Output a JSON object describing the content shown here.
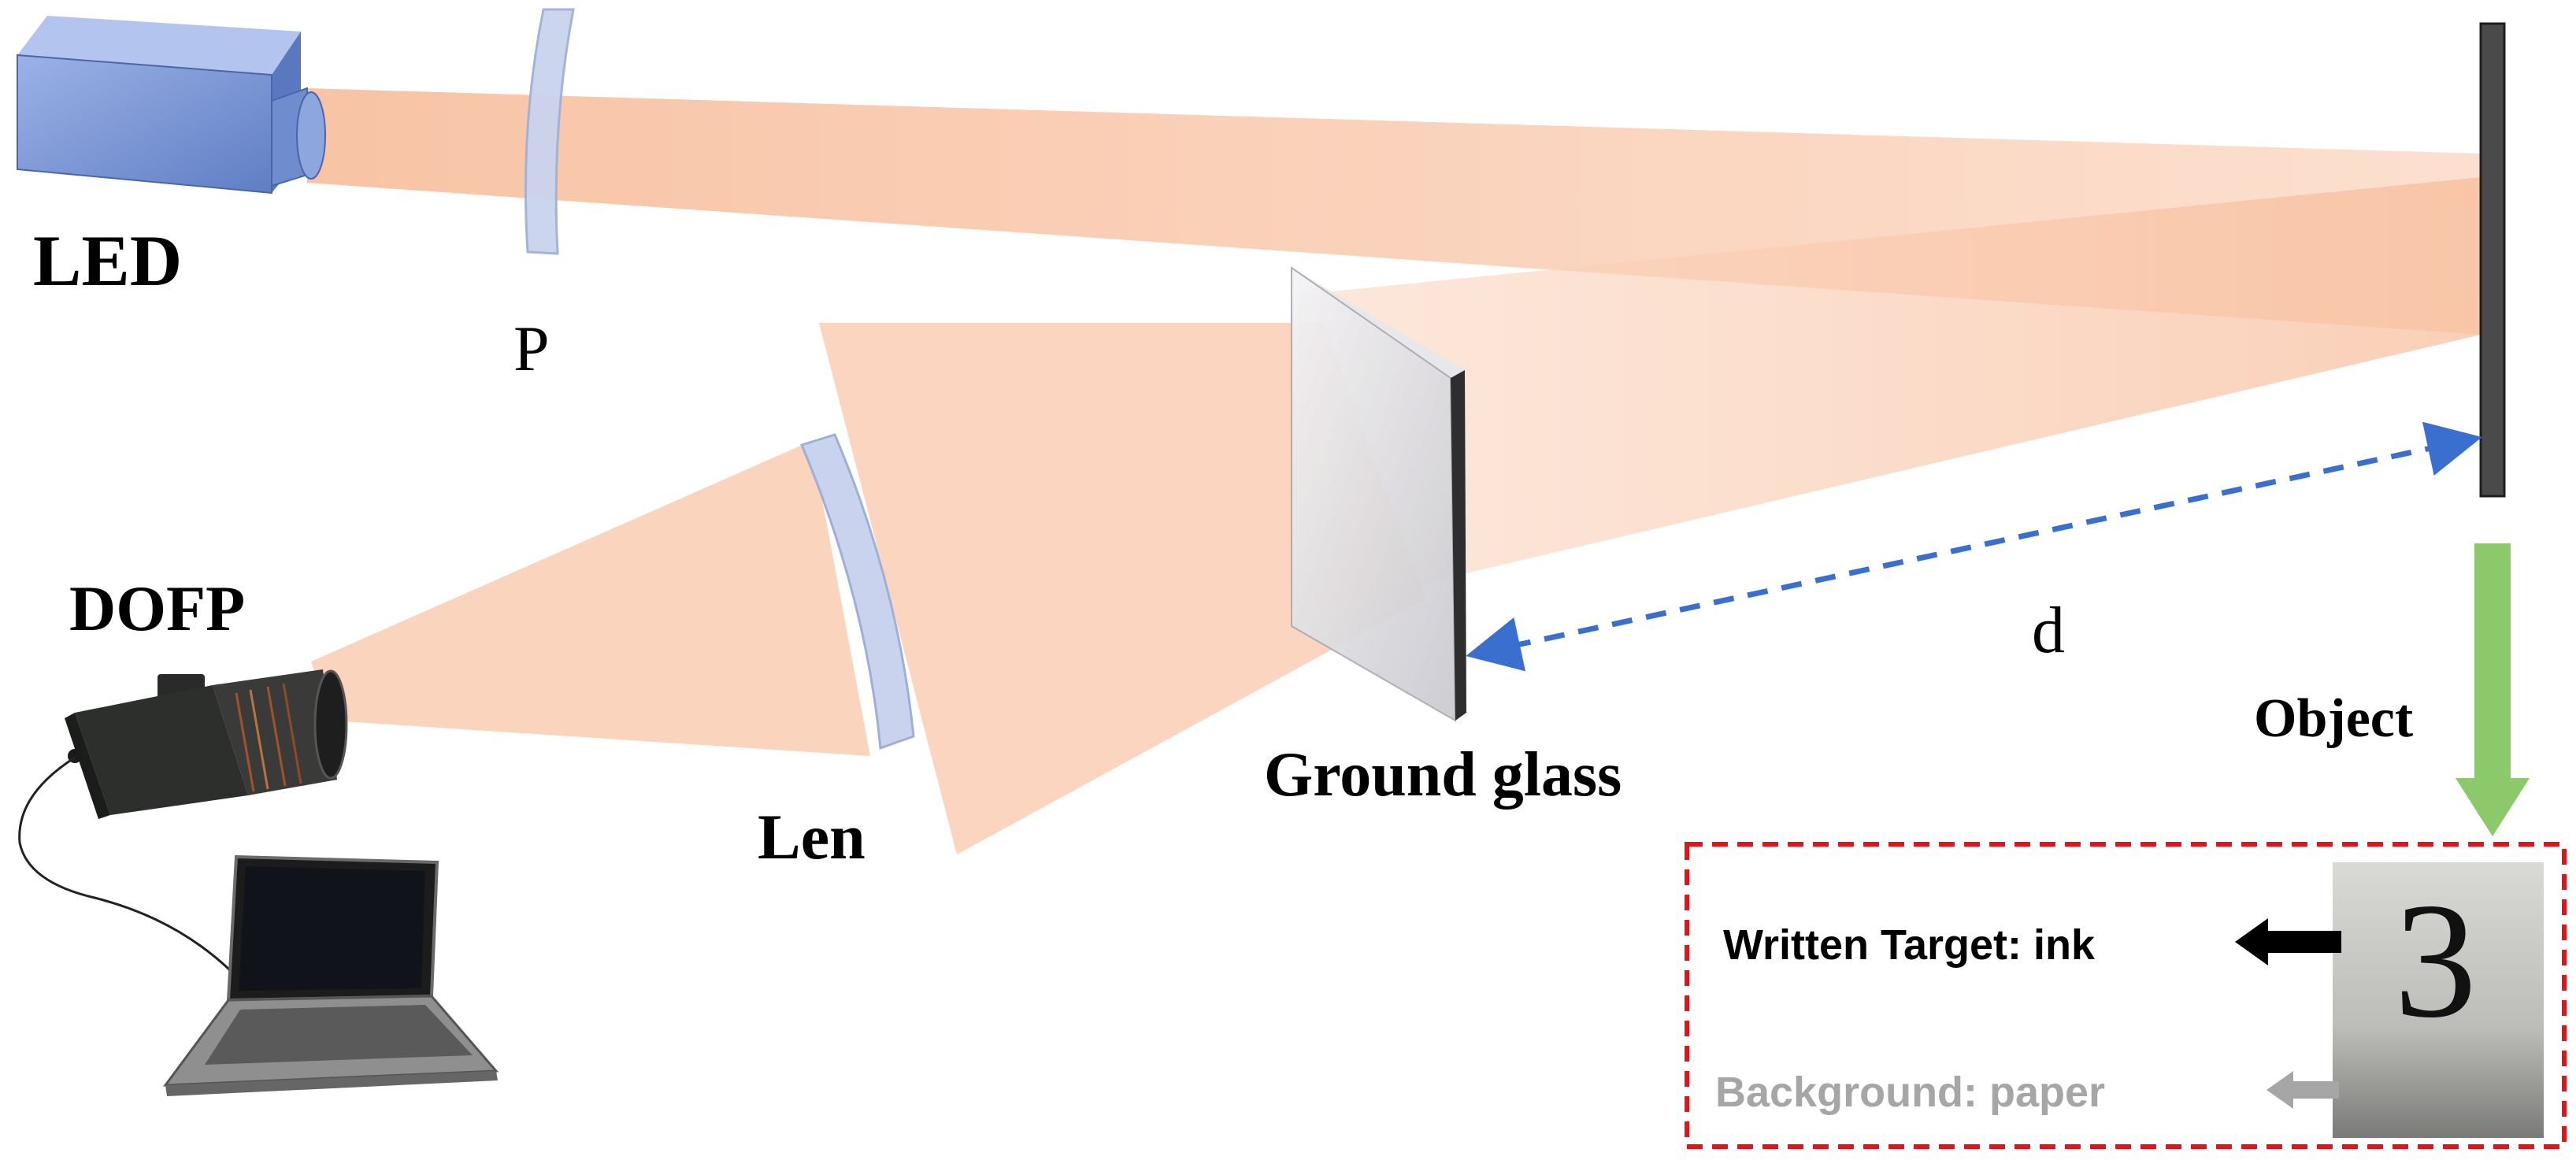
{
  "labels": {
    "led": "LED",
    "polarizer": "P",
    "dofp": "DOFP",
    "lens": "Len",
    "ground_glass": "Ground glass",
    "distance": "d",
    "object": "Object",
    "written_target": "Written Target: ink",
    "background": "Background: paper",
    "sample_digit": "3"
  },
  "colors": {
    "beam": "#f8c9ae",
    "distance_arrow": "#3a6fd0",
    "object_arrow": "#8cc96a",
    "inset_border": "#e0141a",
    "target_arrow": "#000000",
    "background_arrow": "#a6a6a6",
    "optics": "#c9d3ee",
    "led_body": "#7e9ad8"
  },
  "icons": {
    "light_source": "led-source-icon",
    "polarizer": "polarizer-plate-icon",
    "lens": "lens-icon",
    "ground_glass": "ground-glass-icon",
    "object": "object-plate-icon",
    "camera": "polarization-camera-icon",
    "computer": "laptop-icon"
  }
}
